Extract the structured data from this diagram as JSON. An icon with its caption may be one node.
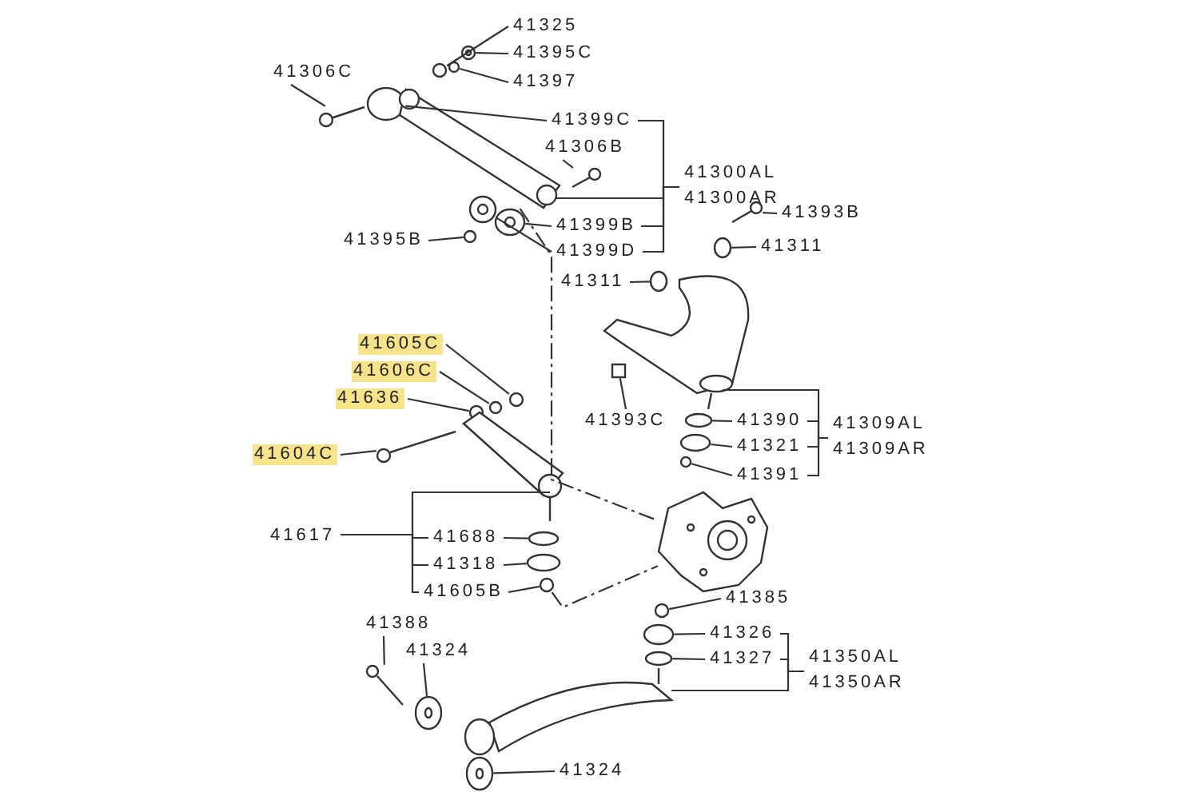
{
  "diagram": {
    "nodes": [
      {
        "text": [
          "41325"
        ]
      },
      {
        "text": [
          "41395C"
        ]
      },
      {
        "text": [
          "41306C"
        ]
      },
      {
        "text": [
          "41397"
        ]
      },
      {
        "text": [
          "41399C"
        ]
      },
      {
        "text": [
          "41306B"
        ]
      },
      {
        "text": [
          "41300AL",
          "41300AR"
        ]
      },
      {
        "text": [
          "41393B"
        ]
      },
      {
        "text": [
          "41395B"
        ]
      },
      {
        "text": [
          "41399B"
        ]
      },
      {
        "text": [
          "41311"
        ]
      },
      {
        "text": [
          "41399D"
        ]
      },
      {
        "text": [
          "41311"
        ]
      },
      {
        "text": [
          "41605C"
        ]
      },
      {
        "text": [
          "41606C"
        ]
      },
      {
        "text": [
          "41636"
        ]
      },
      {
        "text": [
          "41393C"
        ]
      },
      {
        "text": [
          "41390"
        ]
      },
      {
        "text": [
          "41309AL",
          "41309AR"
        ]
      },
      {
        "text": [
          "41604C"
        ]
      },
      {
        "text": [
          "41321"
        ]
      },
      {
        "text": [
          "41391"
        ]
      },
      {
        "text": [
          "41617"
        ]
      },
      {
        "text": [
          "41688"
        ]
      },
      {
        "text": [
          "41318"
        ]
      },
      {
        "text": [
          "41605B"
        ]
      },
      {
        "text": [
          "41385"
        ]
      },
      {
        "text": [
          "41388"
        ]
      },
      {
        "text": [
          "41326"
        ]
      },
      {
        "text": [
          "41324"
        ]
      },
      {
        "text": [
          "41350AL",
          "41350AR"
        ]
      },
      {
        "text": [
          "41327"
        ]
      },
      {
        "text": [
          "41324"
        ]
      },
      {
        "text": [],
        "shape": "circle"
      },
      {
        "text": [],
        "shape": "picture"
      },
      {
        "text": [],
        "shape": "picture"
      },
      {
        "text": [],
        "shape": "circle"
      },
      {
        "text": [],
        "shape": "circle"
      },
      {
        "text": [],
        "shape": "picture"
      },
      {
        "text": [],
        "shape": "picture"
      },
      {
        "text": [],
        "shape": "circle"
      },
      {
        "text": [],
        "shape": "picture"
      },
      {
        "text": [],
        "shape": "circle"
      },
      {
        "text": [],
        "shape": "picture"
      },
      {
        "text": [],
        "shape": "circle"
      },
      {
        "text": [],
        "shape": "circle"
      },
      {
        "text": [],
        "shape": "circle"
      },
      {
        "text": [],
        "shape": "circle"
      },
      {
        "text": [],
        "shape": "box"
      },
      {
        "text": [],
        "shape": "circle"
      },
      {
        "text": [],
        "shape": "picture"
      },
      {
        "text": [],
        "shape": "circle"
      },
      {
        "text": [],
        "shape": "circle"
      },
      {
        "text": [],
        "shape": "circle"
      },
      {
        "text": [],
        "shape": "circle"
      },
      {
        "text": [],
        "shape": "circle"
      },
      {
        "text": [],
        "shape": "circle"
      },
      {
        "text": [],
        "shape": "picture"
      },
      {
        "text": [],
        "shape": "circle"
      },
      {
        "text": [],
        "shape": "picture"
      },
      {
        "text": [],
        "shape": "circle"
      },
      {
        "text": [],
        "shape": "picture"
      },
      {
        "text": [],
        "shape": "picture"
      },
      {
        "text": [],
        "shape": "picture"
      },
      {
        "text": [],
        "shape": "picture"
      },
      {
        "text": [],
        "shape": "picture"
      },
      {
        "text": [],
        "shape": "picture"
      }
    ],
    "edges": [
      {
        "from": 0,
        "to": 33,
        "arrow": "none"
      },
      {
        "from": 1,
        "to": 34,
        "arrow": "none"
      },
      {
        "from": 2,
        "to": 35,
        "arrow": "none"
      },
      {
        "from": 3,
        "to": 36,
        "arrow": "none"
      },
      {
        "from": 4,
        "to": 37,
        "arrow": "none"
      },
      {
        "from": 5,
        "to": 38,
        "arrow": "none"
      },
      {
        "from": 7,
        "to": 39,
        "arrow": "none"
      },
      {
        "from": 8,
        "to": 40,
        "arrow": "none"
      },
      {
        "from": 9,
        "to": 41,
        "arrow": "none"
      },
      {
        "from": 10,
        "to": 42,
        "arrow": "none"
      },
      {
        "from": 11,
        "to": 43,
        "arrow": "none"
      },
      {
        "from": 12,
        "to": 44,
        "arrow": "none"
      },
      {
        "from": 13,
        "to": 45,
        "arrow": "none"
      },
      {
        "from": 14,
        "to": 46,
        "arrow": "none"
      },
      {
        "from": 15,
        "to": 47,
        "arrow": "none"
      },
      {
        "from": 16,
        "to": 48,
        "arrow": "none"
      },
      {
        "from": 17,
        "to": 49,
        "arrow": "none"
      },
      {
        "from": 19,
        "to": 50,
        "arrow": "none"
      },
      {
        "from": 20,
        "to": 51,
        "arrow": "none"
      },
      {
        "from": 21,
        "to": 52,
        "arrow": "none"
      },
      {
        "from": 23,
        "to": 53,
        "arrow": "none"
      },
      {
        "from": 24,
        "to": 54,
        "arrow": "none"
      },
      {
        "from": 25,
        "to": 55,
        "arrow": "none"
      },
      {
        "from": 26,
        "to": 56,
        "arrow": "none"
      },
      {
        "from": 27,
        "to": 57,
        "arrow": "none"
      },
      {
        "from": 28,
        "to": 58,
        "arrow": "none"
      },
      {
        "from": 29,
        "to": 59,
        "arrow": "none"
      },
      {
        "from": 31,
        "to": 60,
        "arrow": "none"
      },
      {
        "from": 32,
        "to": 61,
        "arrow": "none"
      },
      {
        "from": 6,
        "to": 4,
        "arrow": "none"
      },
      {
        "from": 6,
        "to": 9,
        "arrow": "none"
      },
      {
        "from": 6,
        "to": 11,
        "arrow": "none"
      },
      {
        "from": 6,
        "to": 62,
        "arrow": "none"
      },
      {
        "from": 18,
        "to": 17,
        "arrow": "none"
      },
      {
        "from": 18,
        "to": 20,
        "arrow": "none"
      },
      {
        "from": 18,
        "to": 21,
        "arrow": "none"
      },
      {
        "from": 18,
        "to": 63,
        "arrow": "none"
      },
      {
        "from": 22,
        "to": 23,
        "arrow": "none"
      },
      {
        "from": 22,
        "to": 24,
        "arrow": "none"
      },
      {
        "from": 22,
        "to": 25,
        "arrow": "none"
      },
      {
        "from": 22,
        "to": 64,
        "arrow": "none"
      },
      {
        "from": 30,
        "to": 28,
        "arrow": "none"
      },
      {
        "from": 30,
        "to": 31,
        "arrow": "none"
      },
      {
        "from": 30,
        "to": 65,
        "arrow": "none"
      },
      {
        "from": 62,
        "to": 66,
        "arrow": "none",
        "style": "dashed"
      },
      {
        "from": 55,
        "to": 66,
        "arrow": "none",
        "style": "dashed"
      }
    ]
  }
}
